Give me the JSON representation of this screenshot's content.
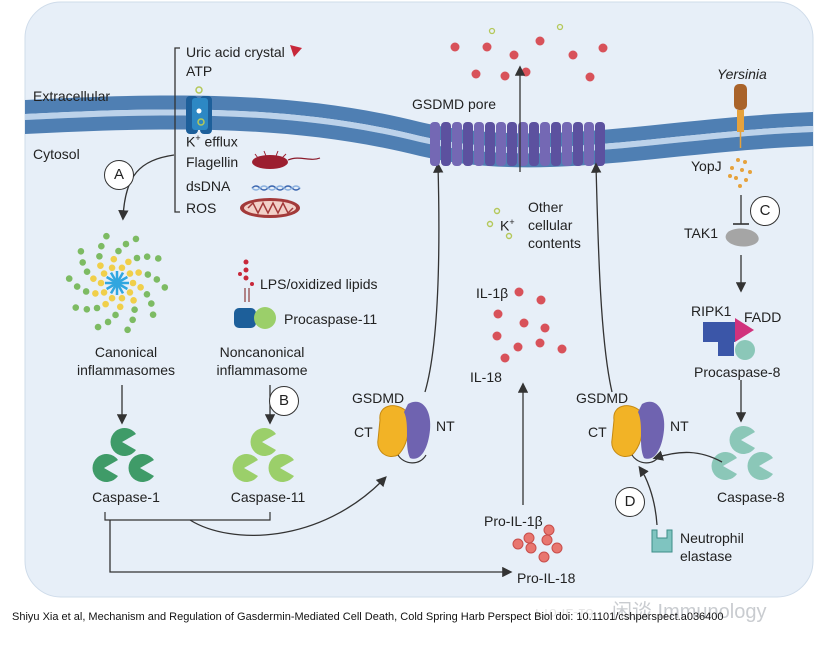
{
  "regions": {
    "extracellular": "Extracellular",
    "cytosol": "Cytosol"
  },
  "triggers": {
    "uric_acid": "Uric acid crystal",
    "atp": "ATP",
    "k_efflux_k": "K",
    "k_efflux_plus": "+",
    "k_efflux_rest": " efflux",
    "flagellin": "Flagellin",
    "dsdna": "dsDNA",
    "ros": "ROS"
  },
  "letters": {
    "a": "A",
    "b": "B",
    "c": "C",
    "d": "D"
  },
  "canonical": "Canonical\ninflammasomes",
  "noncanonical": "Noncanonical\ninflammasome",
  "lps": "LPS/oxidized lipids",
  "procaspase11": "Procaspase-11",
  "caspase1": "Caspase-1",
  "caspase11": "Caspase-11",
  "gsdmd_pore": "GSDMD pore",
  "gsdmd_left": {
    "name": "GSDMD",
    "ct": "CT",
    "nt": "NT"
  },
  "gsdmd_right": {
    "name": "GSDMD",
    "ct": "CT",
    "nt": "NT"
  },
  "k_plus": {
    "k": "K",
    "plus": "+"
  },
  "other_contents": "Other\ncellular\ncontents",
  "il1b": "IL-1β",
  "il18": "IL-18",
  "pro_il1b": "Pro-IL-1β",
  "pro_il18": "Pro-IL-18",
  "yersinia": "Yersinia",
  "yopj": "YopJ",
  "tak1": "TAK1",
  "ripk1": "RIPK1",
  "fadd": "FADD",
  "procaspase8": "Procaspase-8",
  "caspase8": "Caspase-8",
  "neutrophil_elastase": "Neutrophil\nelastase",
  "credit": "Shiyu Xia et al,  Mechanism and Regulation of Gasdermin-Mediated Cell Death,  Cold Spring Harb Perspect Biol doi: 10.1101/cshperspect.a036400",
  "watermark": "闲谈 Immunology",
  "mirror_text": "Pro-IL-18",
  "colors": {
    "background": "#eaf1f9",
    "membrane": "#5a88b8",
    "pore": "#6e63ad",
    "cytokine": "#d8525a",
    "ct_domain": "#f2b326",
    "nt_domain": "#6f63b0",
    "caspase": "#3f9b68",
    "caspase11": "#9bcf6a",
    "caspase8": "#8bc7b8",
    "ripk1": "#3b56a8",
    "fadd": "#d1327d",
    "uric_acid": "#c8283a"
  }
}
